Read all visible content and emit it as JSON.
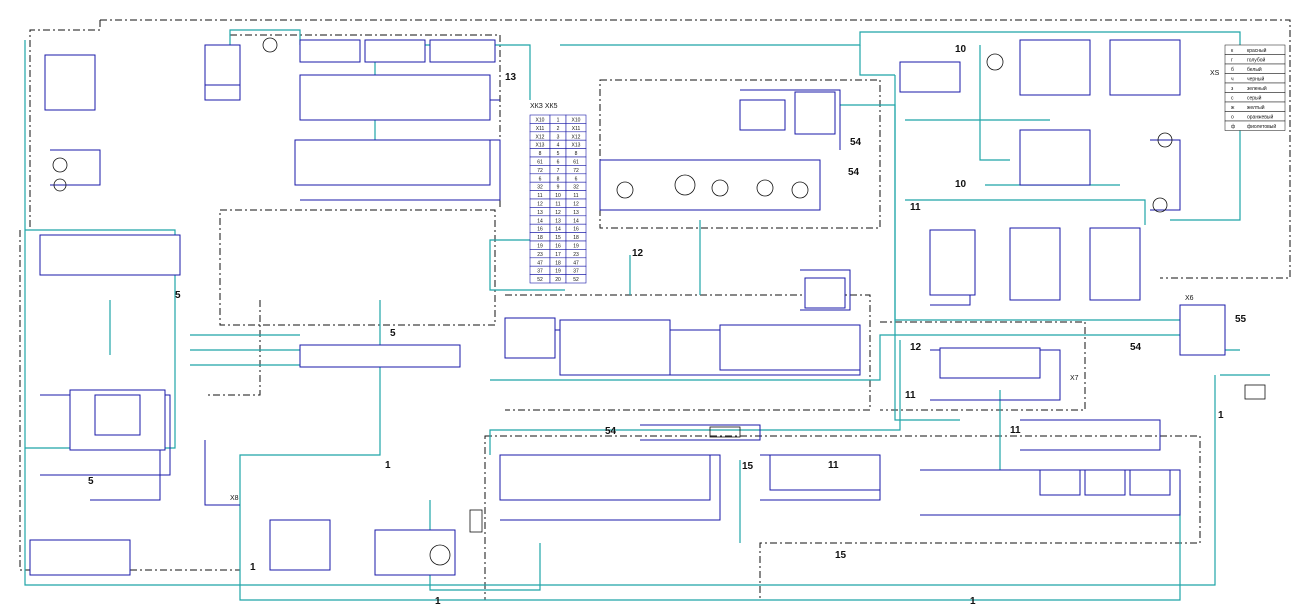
{
  "diagram": {
    "wire_numbers": [
      "1",
      "1",
      "1",
      "1",
      "1",
      "5",
      "5",
      "5",
      "10",
      "10",
      "11",
      "11",
      "11",
      "11",
      "12",
      "12",
      "13",
      "15",
      "15",
      "54",
      "54",
      "54",
      "55"
    ],
    "labels": {
      "khk_label": "ХКЗ ХК5",
      "x6_label": "Х6",
      "x7_label": "Х7",
      "x8_label": "Х8",
      "xs_label": "ХS"
    },
    "table_rows": [
      [
        "Х10",
        "1",
        "Х10"
      ],
      [
        "Х11",
        "2",
        "Х11"
      ],
      [
        "Х12",
        "3",
        "Х12"
      ],
      [
        "Х13",
        "4",
        "Х13"
      ],
      [
        "8",
        "5",
        "8"
      ],
      [
        "61",
        "6",
        "61"
      ],
      [
        "72",
        "7",
        "72"
      ],
      [
        "6",
        "8",
        "6"
      ],
      [
        "32",
        "9",
        "32"
      ],
      [
        "11",
        "10",
        "11"
      ],
      [
        "12",
        "11",
        "12"
      ],
      [
        "13",
        "12",
        "13"
      ],
      [
        "14",
        "13",
        "14"
      ],
      [
        "16",
        "14",
        "16"
      ],
      [
        "18",
        "15",
        "18"
      ],
      [
        "19",
        "16",
        "19"
      ],
      [
        "23",
        "17",
        "23"
      ],
      [
        "47",
        "18",
        "47"
      ],
      [
        "37",
        "19",
        "37"
      ],
      [
        "52",
        "20",
        "52"
      ]
    ],
    "color_legend": {
      "rows": [
        [
          "к",
          "красный"
        ],
        [
          "г",
          "голубой"
        ],
        [
          "б",
          "белый"
        ],
        [
          "ч",
          "черный"
        ],
        [
          "з",
          "зеленый"
        ],
        [
          "с",
          "серый"
        ],
        [
          "ж",
          "желтый"
        ],
        [
          "о",
          "оранжевый"
        ],
        [
          "ф",
          "фиолетовый"
        ]
      ]
    },
    "icons": [
      "lamp-icon",
      "ground-icon",
      "motor-icon",
      "fuse-icon",
      "switch-icon"
    ]
  }
}
